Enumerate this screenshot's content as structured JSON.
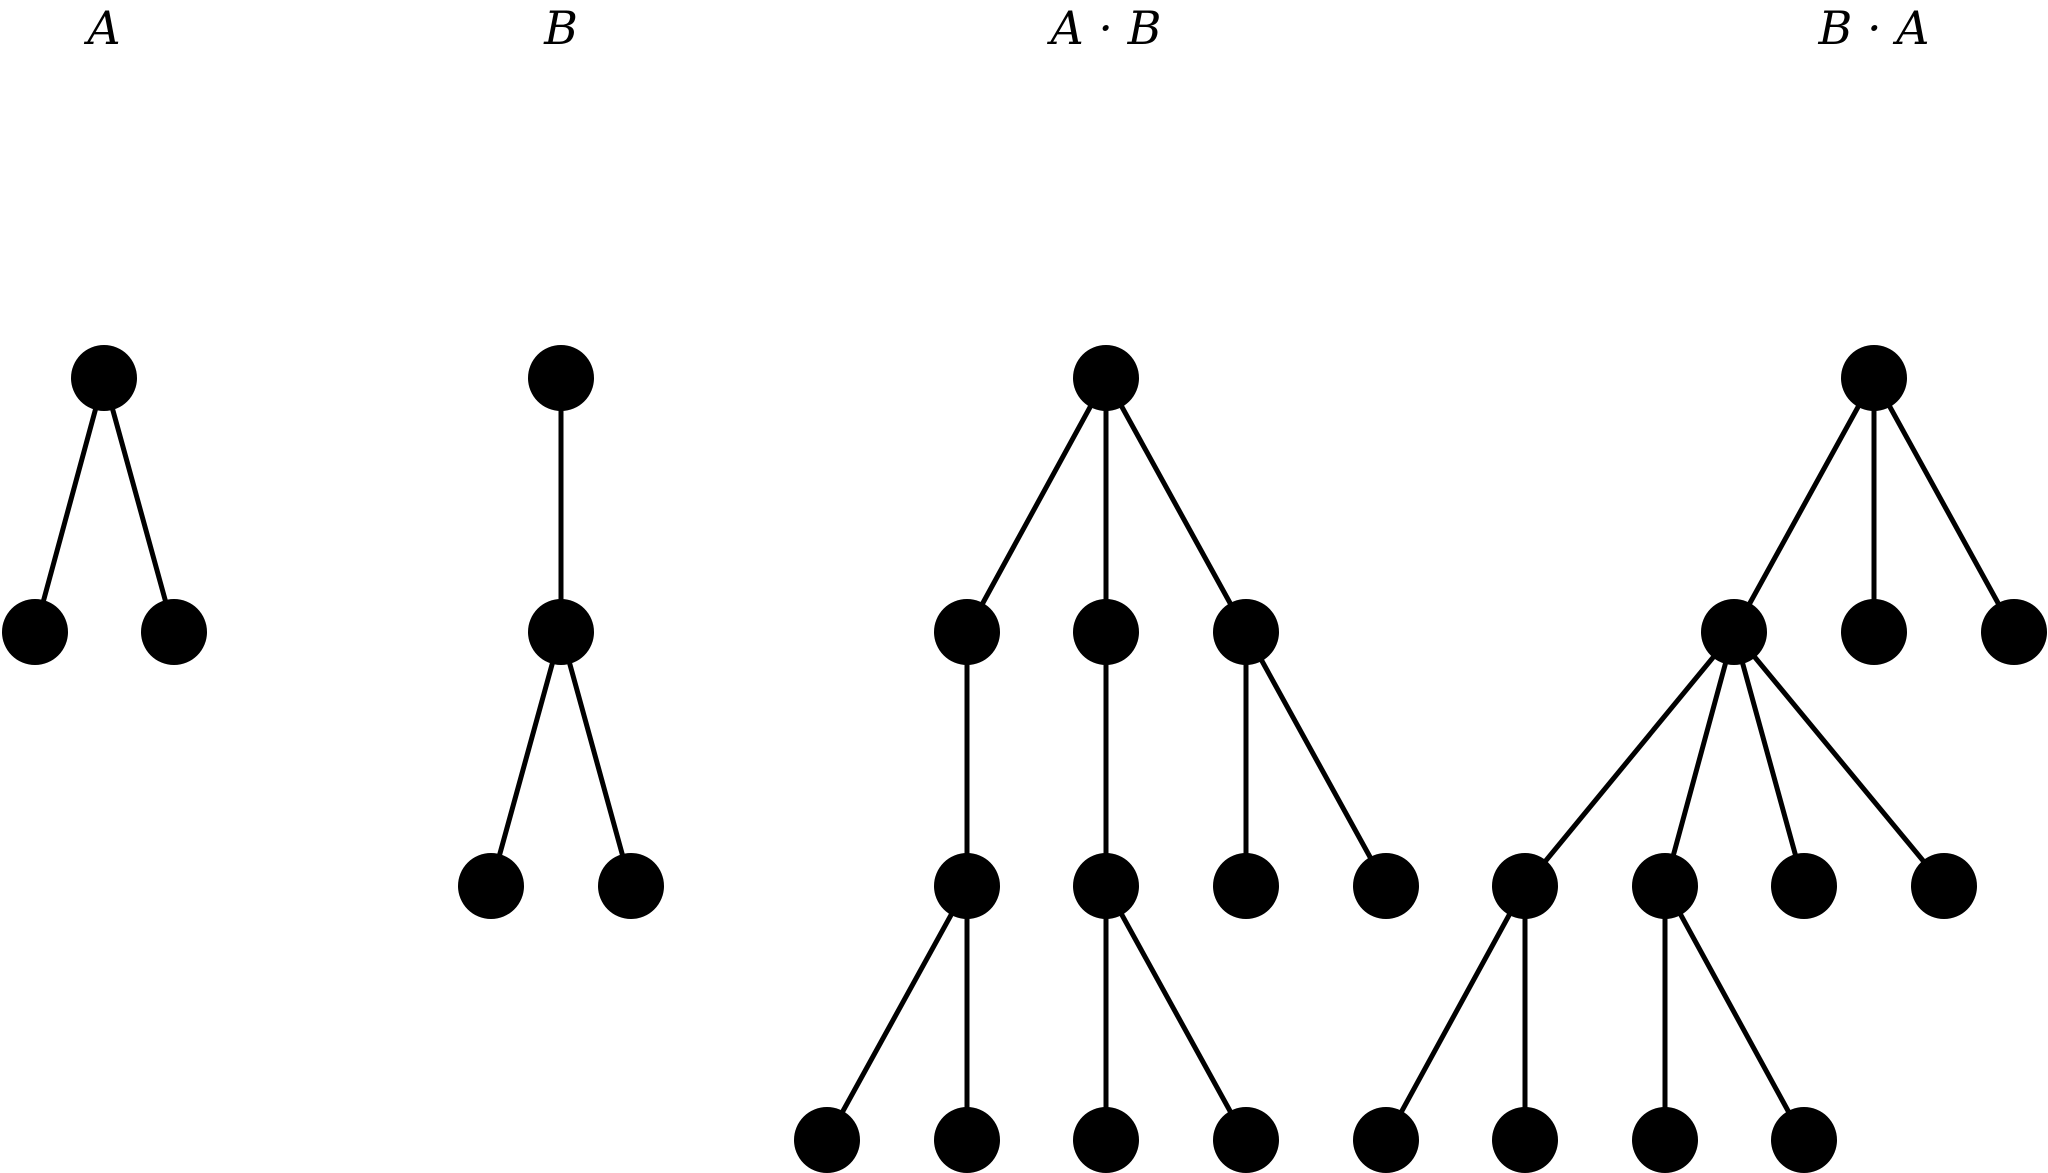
{
  "colors": {
    "node": "#000000",
    "edge": "#000000",
    "background": "#ffffff"
  },
  "trees": [
    {
      "id": "A",
      "label": "A",
      "nodes": [
        "r",
        "c1",
        "c2"
      ],
      "edges": [
        [
          "r",
          "c1"
        ],
        [
          "r",
          "c2"
        ]
      ]
    },
    {
      "id": "B",
      "label": "B",
      "nodes": [
        "r",
        "m",
        "c1",
        "c2"
      ],
      "edges": [
        [
          "r",
          "m"
        ],
        [
          "m",
          "c1"
        ],
        [
          "m",
          "c2"
        ]
      ]
    },
    {
      "id": "AB",
      "label": "A · B",
      "nodes": [
        "r",
        "a",
        "b",
        "c",
        "a1",
        "b1",
        "c1",
        "c2",
        "a1x",
        "a1y",
        "b1x",
        "b1y"
      ],
      "edges": [
        [
          "r",
          "a"
        ],
        [
          "r",
          "b"
        ],
        [
          "r",
          "c"
        ],
        [
          "a",
          "a1"
        ],
        [
          "b",
          "b1"
        ],
        [
          "c",
          "c1"
        ],
        [
          "c",
          "c2"
        ],
        [
          "a1",
          "a1x"
        ],
        [
          "a1",
          "a1y"
        ],
        [
          "b1",
          "b1x"
        ],
        [
          "b1",
          "b1y"
        ]
      ]
    },
    {
      "id": "BA",
      "label": "B · A",
      "nodes": [
        "r",
        "a",
        "b",
        "c",
        "a1",
        "a2",
        "a3",
        "a4",
        "a1x",
        "a1y",
        "a2x",
        "a2y"
      ],
      "edges": [
        [
          "r",
          "a"
        ],
        [
          "r",
          "b"
        ],
        [
          "r",
          "c"
        ],
        [
          "a",
          "a1"
        ],
        [
          "a",
          "a2"
        ],
        [
          "a",
          "a3"
        ],
        [
          "a",
          "a4"
        ],
        [
          "a1",
          "a1x"
        ],
        [
          "a1",
          "a1y"
        ],
        [
          "a2",
          "a2x"
        ],
        [
          "a2",
          "a2y"
        ]
      ]
    }
  ]
}
